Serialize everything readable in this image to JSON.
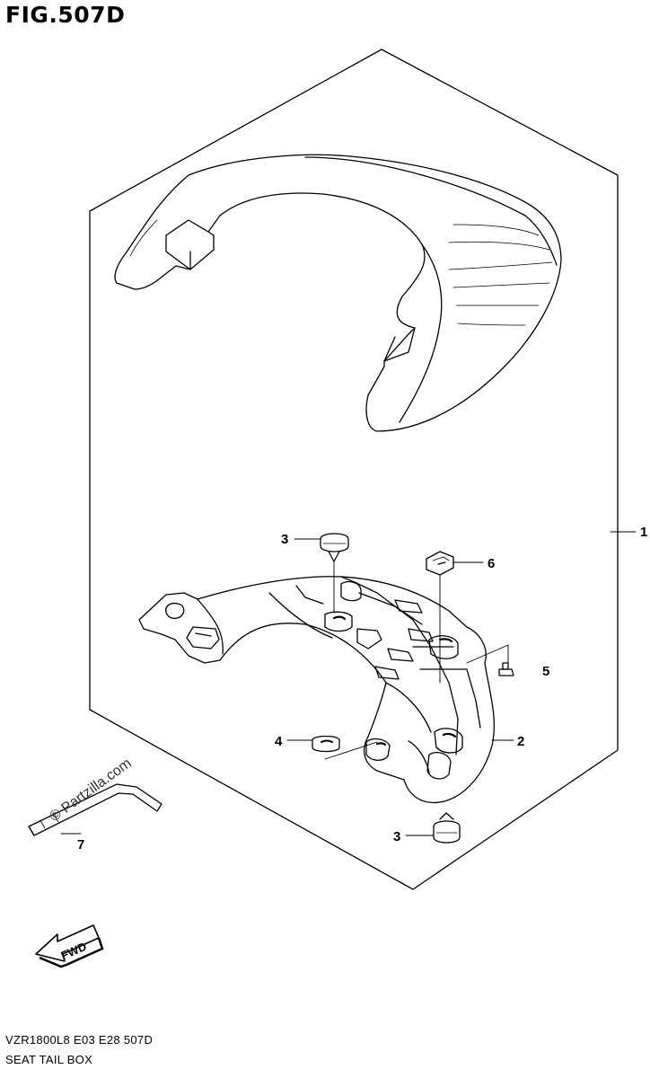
{
  "header": {
    "figure_title": "FIG.507D"
  },
  "callouts": [
    {
      "id": "1",
      "label": "1"
    },
    {
      "id": "2",
      "label": "2"
    },
    {
      "id": "3a",
      "label": "3"
    },
    {
      "id": "3b",
      "label": "3"
    },
    {
      "id": "4",
      "label": "4"
    },
    {
      "id": "5",
      "label": "5"
    },
    {
      "id": "6",
      "label": "6"
    },
    {
      "id": "7",
      "label": "7"
    }
  ],
  "direction_arrow": {
    "label": "FWD"
  },
  "watermark": {
    "text": "© Partzilla.com"
  },
  "footer": {
    "model_code": "VZR1800L8  E03  E28  507D",
    "section_name": "SEAT TAIL BOX"
  }
}
